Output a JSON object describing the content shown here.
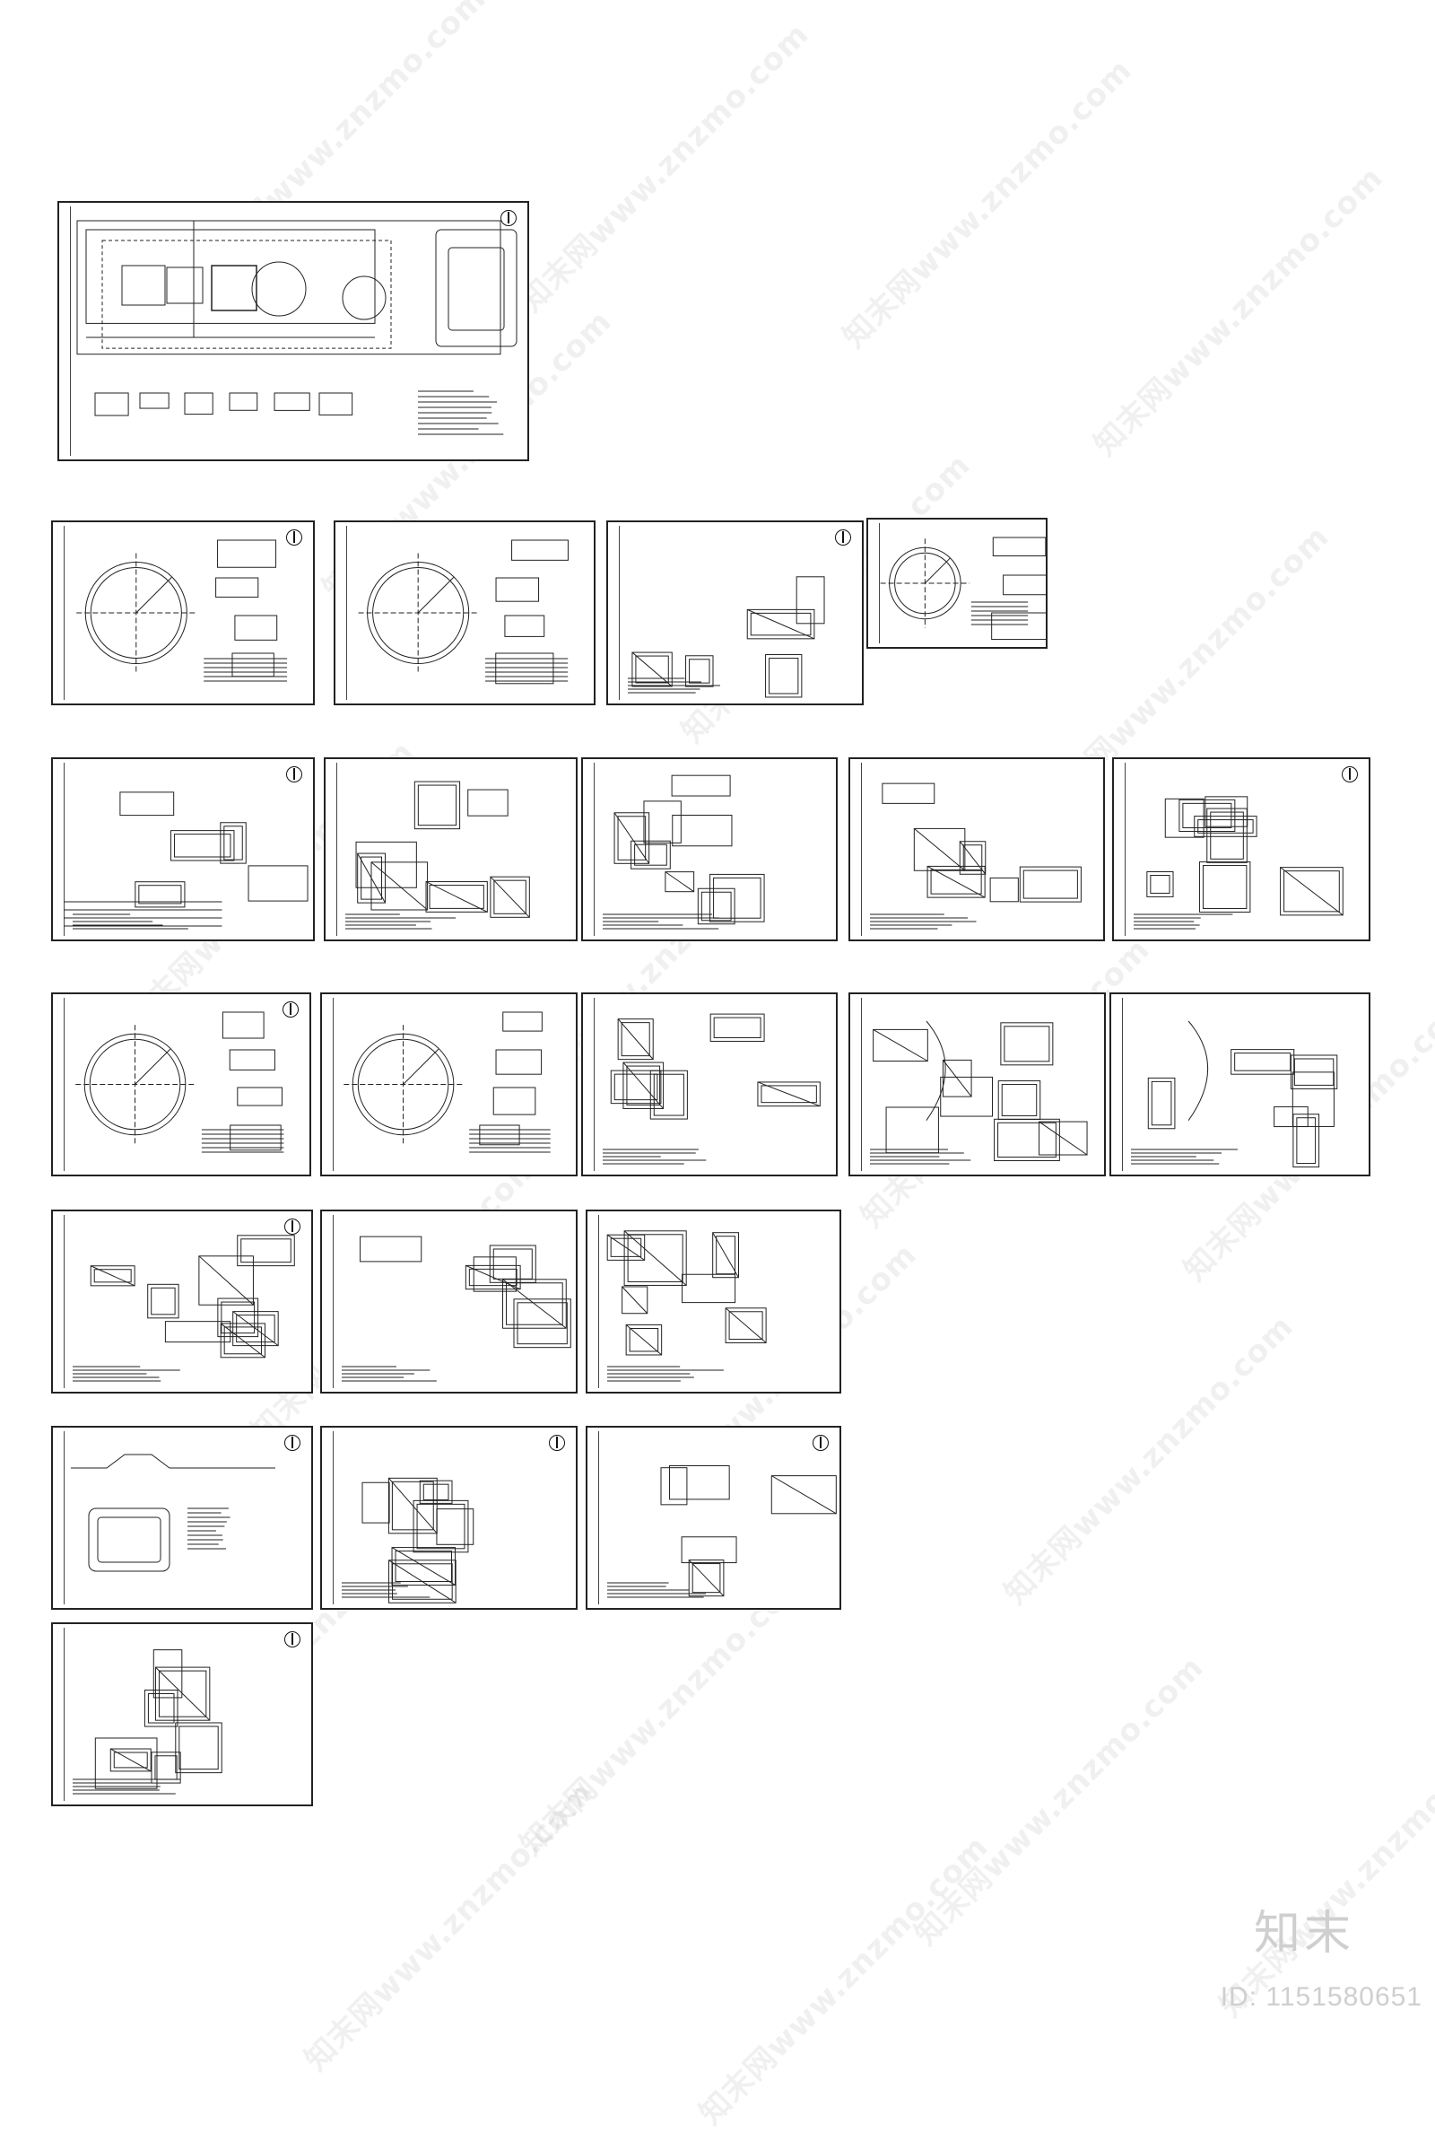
{
  "watermark": {
    "text": "知末网www.znzmo.com"
  },
  "brand": {
    "logo": "知末",
    "id_label": "ID: 1151580651"
  },
  "sheets": [
    {
      "kind": "site",
      "north": true
    },
    {
      "kind": "circle-tank",
      "north": true
    },
    {
      "kind": "circle-tank",
      "north": false
    },
    {
      "kind": "details",
      "north": true
    },
    {
      "kind": "circle-plan",
      "north": false
    },
    {
      "kind": "building-plan",
      "north": true
    },
    {
      "kind": "elevation",
      "north": false
    },
    {
      "kind": "structure",
      "north": false
    },
    {
      "kind": "rect-plan",
      "north": false
    },
    {
      "kind": "rect-plan",
      "north": true
    },
    {
      "kind": "building-circle",
      "north": true
    },
    {
      "kind": "roof-circle",
      "north": false
    },
    {
      "kind": "foundation",
      "north": false
    },
    {
      "kind": "arc-plan",
      "north": false
    },
    {
      "kind": "arc-plan",
      "north": false
    },
    {
      "kind": "details",
      "north": true
    },
    {
      "kind": "details",
      "north": false
    },
    {
      "kind": "details",
      "north": false
    },
    {
      "kind": "pool",
      "north": true
    },
    {
      "kind": "pit",
      "north": true
    },
    {
      "kind": "details",
      "north": true
    },
    {
      "kind": "details",
      "north": true
    }
  ]
}
